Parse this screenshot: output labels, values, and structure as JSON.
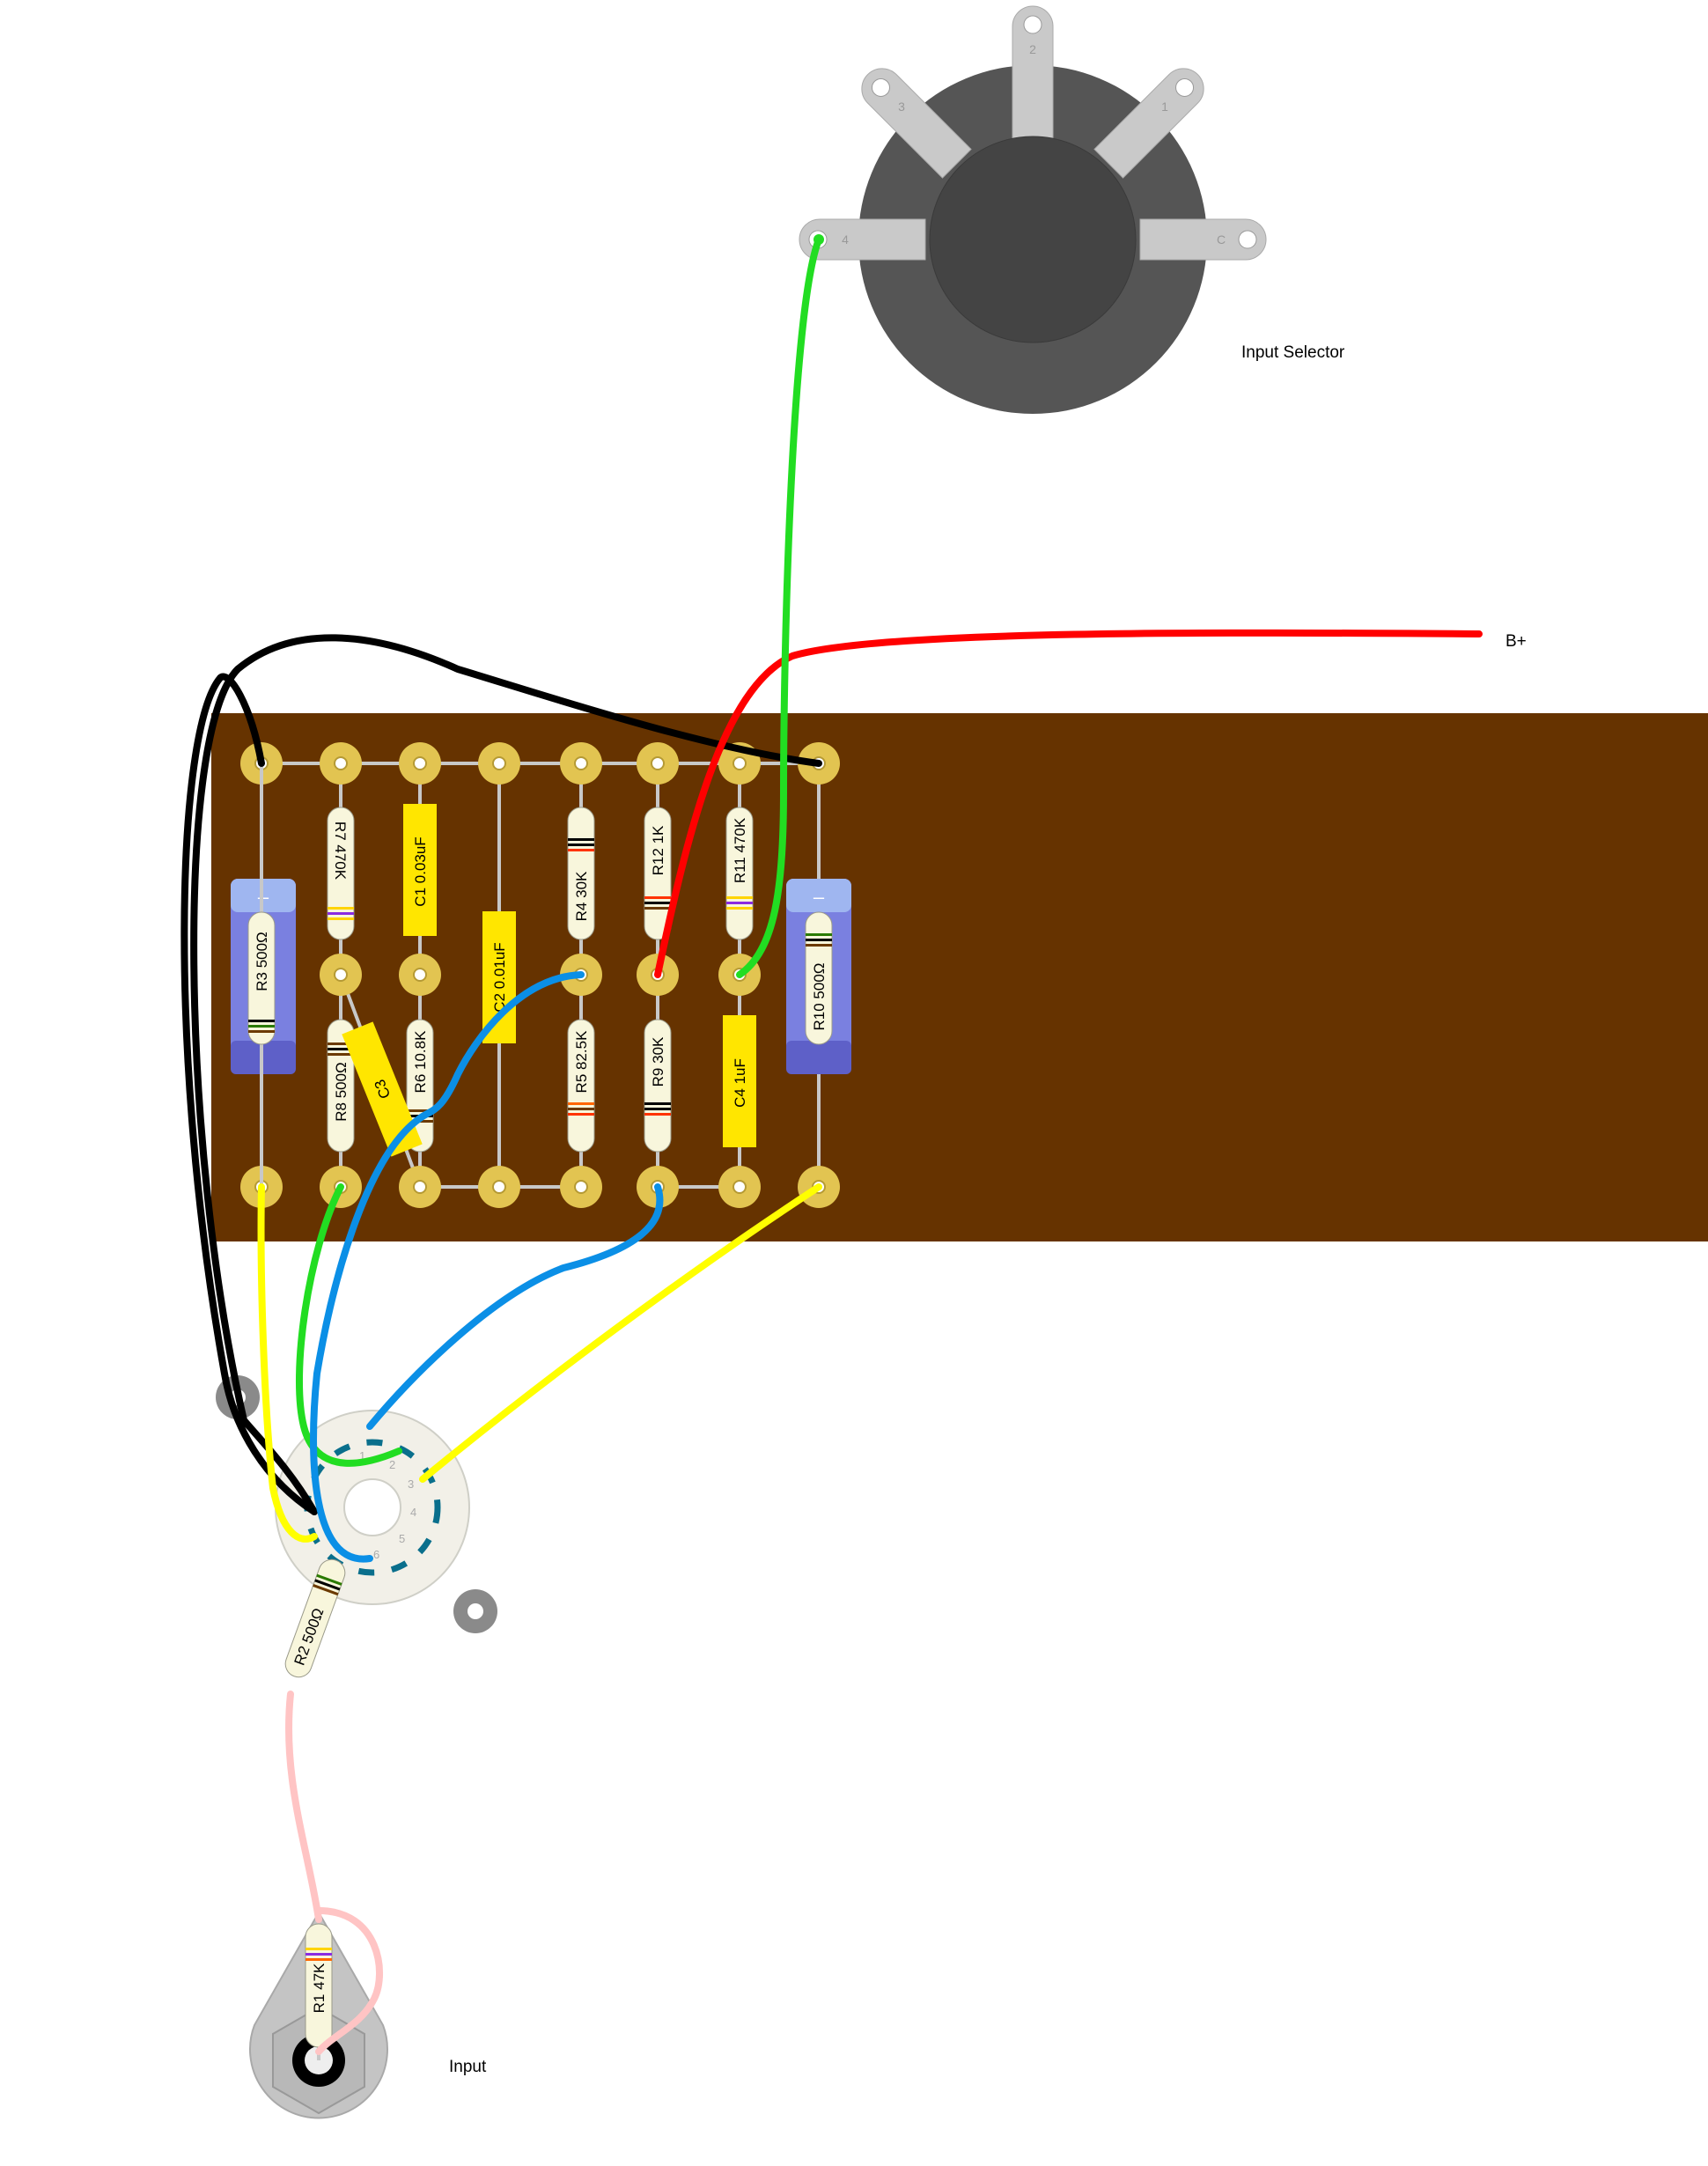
{
  "labels": {
    "input_selector": "Input Selector",
    "bplus": "B+",
    "input": "Input"
  },
  "components": {
    "R1": "R1 47K",
    "R2": "R2 500Ω",
    "R3": "R3 500Ω",
    "R4": "R4 30K",
    "R5": "R5 82.5K",
    "R6": "R6 10.8K",
    "R7": "R7 470K",
    "R8": "R8 500Ω",
    "R9": "R9 30K",
    "R10": "R10 500Ω",
    "R11": "R11 470K",
    "R12": "R12 1K",
    "C1": "C1 0.03uF",
    "C2": "C2 0.01uF",
    "C3": "C3",
    "C4": "C4 1uF"
  },
  "selector_pins": [
    "1",
    "2",
    "3",
    "4",
    "C"
  ],
  "socket_pins": [
    "1",
    "2",
    "3",
    "4",
    "5",
    "6"
  ],
  "colors": {
    "board": "#663300",
    "eyelet": "#e2c451",
    "wire_black": "#000000",
    "wire_red": "#ff0000",
    "wire_green": "#22dd22",
    "wire_blue": "#0b8fe6",
    "wire_yellow": "#ffff00",
    "wire_pink": "#ffc4c4",
    "capacitor": "#ffe600",
    "electrolytic": "#7a80e0"
  }
}
